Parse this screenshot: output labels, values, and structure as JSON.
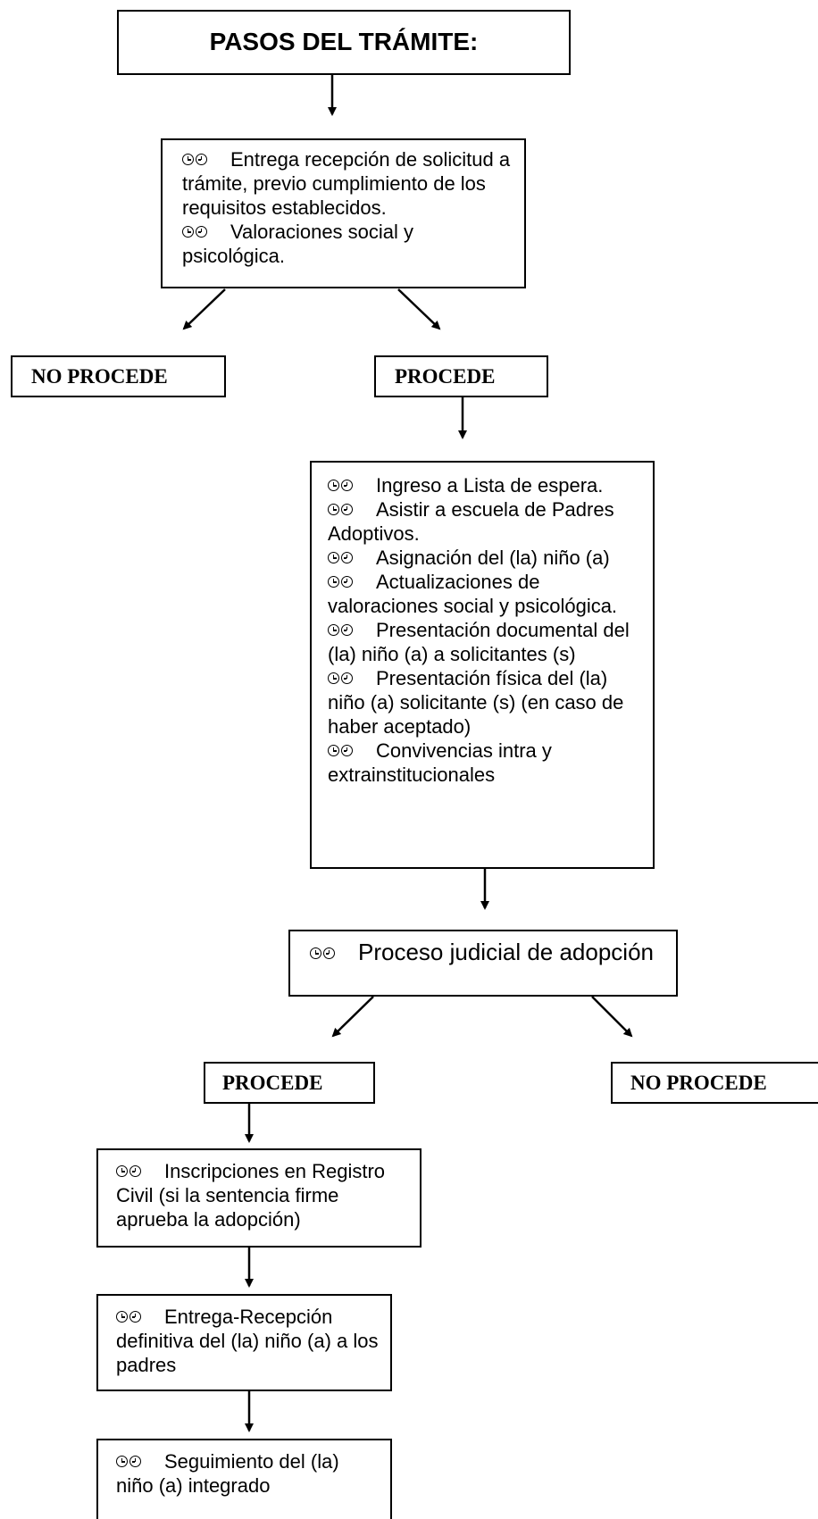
{
  "title": "PASOS DEL TRÁMITE:",
  "outcomes": {
    "no_procede": "NO PROCEDE",
    "procede": "PROCEDE"
  },
  "icon": "double-clock-icon",
  "box1": [
    "Entrega recepción de solicitud a trámite, previo cumplimiento de los requisitos establecidos.",
    "Valoraciones social y psicológica."
  ],
  "box2": [
    "Ingreso a Lista de espera.",
    "Asistir a escuela de Padres Adoptivos.",
    "Asignación del (la) niño (a)",
    "Actualizaciones de valoraciones social y psicológica.",
    "Presentación documental del (la) niño (a) a solicitantes (s)",
    "Presentación física del (la) niño (a) solicitante (s) (en caso de haber aceptado)",
    "Convivencias intra y extrainstitucionales"
  ],
  "box3": [
    "Proceso judicial de adopción"
  ],
  "box4": [
    "Inscripciones en Registro Civil (si la sentencia firme aprueba la adopción)"
  ],
  "box5": [
    "Entrega-Recepción definitiva del (la) niño (a) a los padres"
  ],
  "box6": [
    "Seguimiento del (la) niño (a) integrado"
  ]
}
